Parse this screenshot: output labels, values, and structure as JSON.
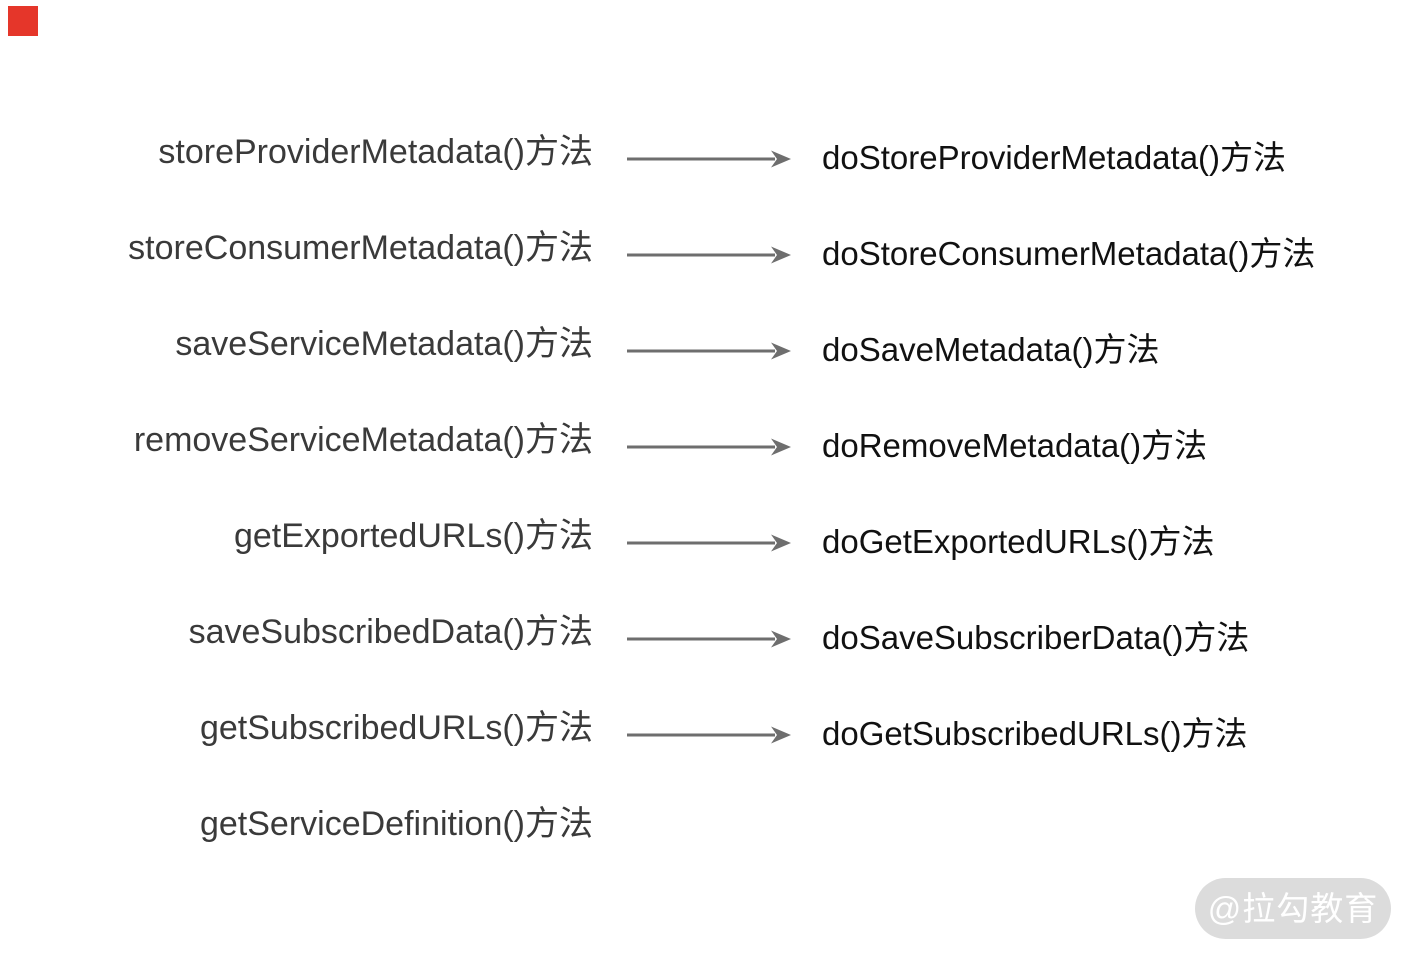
{
  "page": {
    "background_color": "#ffffff",
    "type": "method-mapping-diagram"
  },
  "brand": {
    "corner_square_color": "#e5362a",
    "watermark": {
      "text": "@拉勾教育",
      "background_color": "#dcdcdc",
      "text_color": "#ffffff"
    }
  },
  "diagram": {
    "arrow_color": "#6e6e6e",
    "left_text_color": "#3a3a3a",
    "right_text_color": "#111111",
    "rows": [
      {
        "left": "storeProviderMetadata()方法",
        "right": "doStoreProviderMetadata()方法",
        "arrow": true
      },
      {
        "left": "storeConsumerMetadata()方法",
        "right": "doStoreConsumerMetadata()方法",
        "arrow": true
      },
      {
        "left": "saveServiceMetadata()方法",
        "right": "doSaveMetadata()方法",
        "arrow": true
      },
      {
        "left": "removeServiceMetadata()方法",
        "right": "doRemoveMetadata()方法",
        "arrow": true
      },
      {
        "left": "getExportedURLs()方法",
        "right": "doGetExportedURLs()方法",
        "arrow": true
      },
      {
        "left": "saveSubscribedData()方法",
        "right": "doSaveSubscriberData()方法",
        "arrow": true
      },
      {
        "left": "getSubscribedURLs()方法",
        "right": "doGetSubscribedURLs()方法",
        "arrow": true
      },
      {
        "left": "getServiceDefinition()方法",
        "right": "",
        "arrow": false
      }
    ]
  }
}
